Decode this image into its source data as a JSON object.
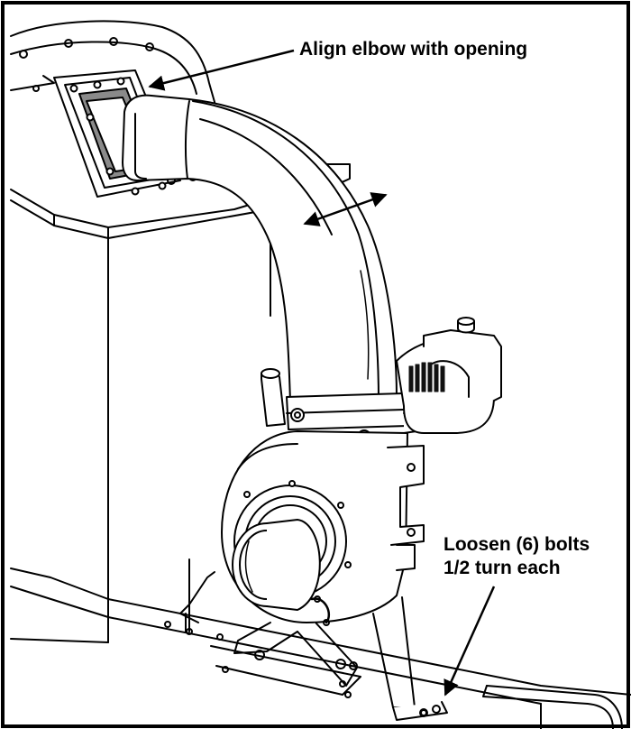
{
  "callouts": {
    "align_elbow": "Align elbow with opening",
    "loosen_bolts": {
      "line1": "Loosen (6) bolts",
      "line2": "1/2 turn each"
    }
  },
  "colors": {
    "ink": "#000000",
    "paper": "#ffffff",
    "gasket": "#8a8a8a",
    "vent_dark": "#111111"
  }
}
